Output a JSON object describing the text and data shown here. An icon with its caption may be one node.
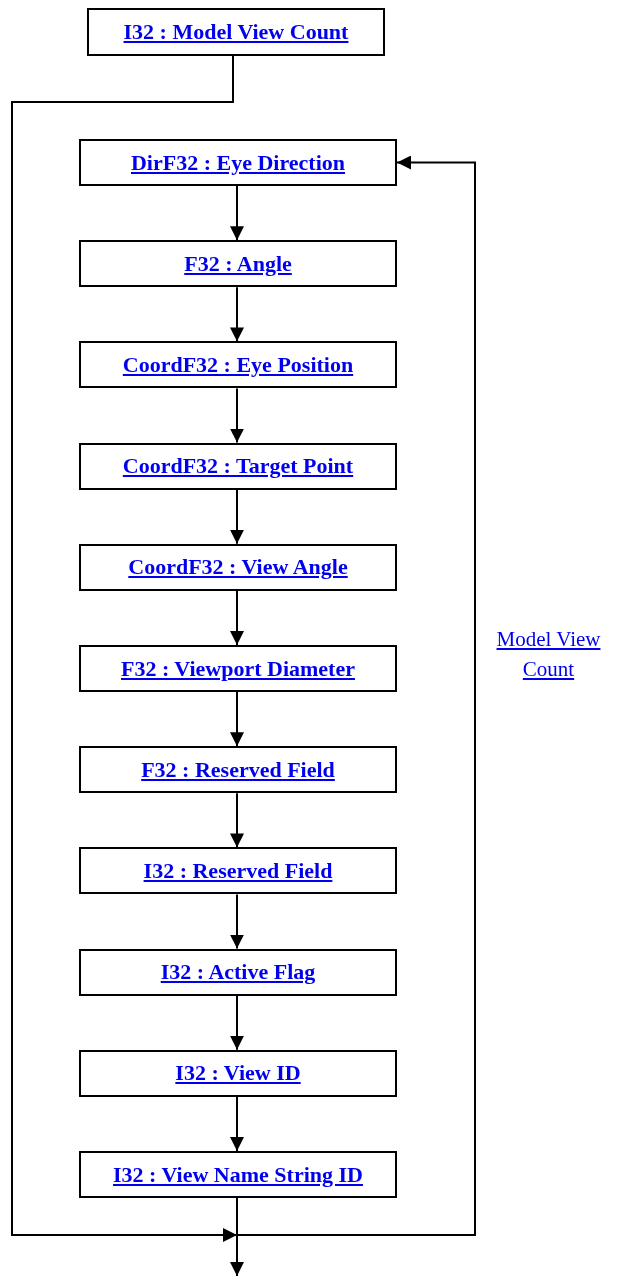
{
  "diagram": {
    "nodes": [
      {
        "text": [
          "I32 : Model View Count"
        ]
      },
      {
        "text": [
          "DirF32 : Eye Direction"
        ]
      },
      {
        "text": [
          "F32 : Angle"
        ]
      },
      {
        "text": [
          "CoordF32 : Eye Position"
        ]
      },
      {
        "text": [
          "CoordF32 : Target Point"
        ]
      },
      {
        "text": [
          "CoordF32 : View Angle"
        ]
      },
      {
        "text": [
          "F32 : Viewport Diameter"
        ]
      },
      {
        "text": [
          "F32 : Reserved Field"
        ]
      },
      {
        "text": [
          "I32 : Reserved Field"
        ]
      },
      {
        "text": [
          "I32 : Active Flag"
        ]
      },
      {
        "text": [
          "I32 : View ID"
        ]
      },
      {
        "text": [
          "I32 : View Name String ID"
        ]
      }
    ],
    "edges": [
      {
        "from": 0,
        "to": null,
        "arrow": "to"
      },
      {
        "from": 1,
        "to": 2,
        "arrow": "to"
      },
      {
        "from": 2,
        "to": 3,
        "arrow": "to"
      },
      {
        "from": 3,
        "to": 4,
        "arrow": "to"
      },
      {
        "from": 4,
        "to": 5,
        "arrow": "to"
      },
      {
        "from": 5,
        "to": 6,
        "arrow": "to"
      },
      {
        "from": 6,
        "to": 7,
        "arrow": "to"
      },
      {
        "from": 7,
        "to": 8,
        "arrow": "to"
      },
      {
        "from": 8,
        "to": 9,
        "arrow": "to"
      },
      {
        "from": 9,
        "to": 10,
        "arrow": "to"
      },
      {
        "from": 10,
        "to": 11,
        "arrow": "to"
      },
      {
        "from": 11,
        "to": null,
        "arrow": "to"
      },
      {
        "from": 11,
        "to": 1,
        "arrow": "to",
        "label": "Model View Count"
      }
    ]
  }
}
